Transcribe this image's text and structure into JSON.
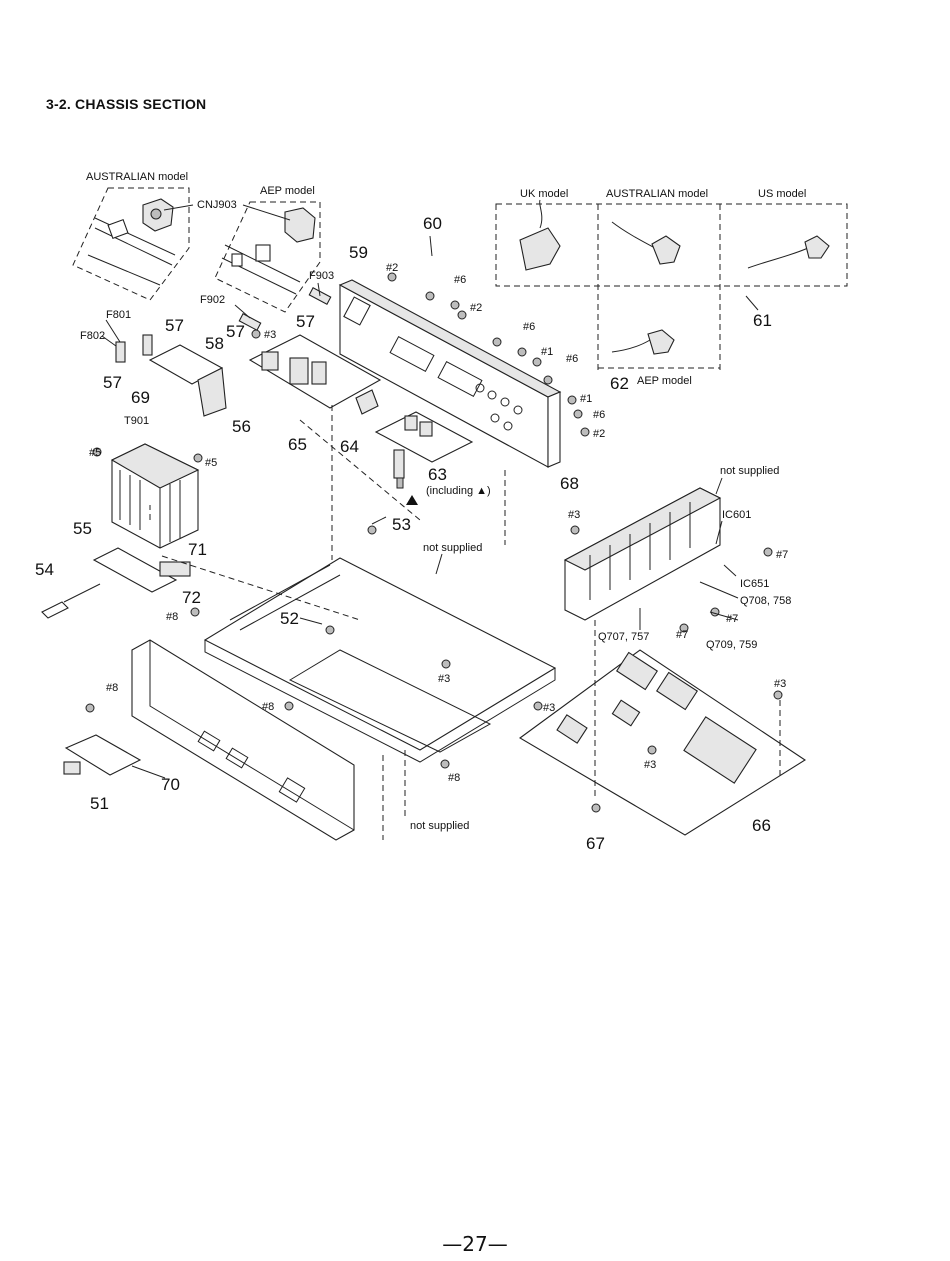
{
  "heading": "3-2.  CHASSIS SECTION",
  "page_number": "—27—",
  "model_labels": {
    "australian_left": "AUSTRALIAN model",
    "aep_top": "AEP model",
    "uk": "UK model",
    "australian_right": "AUSTRALIAN model",
    "us": "US model",
    "aep_bottom": "AEP model"
  },
  "ref_labels": {
    "cnj903": "CNJ903",
    "f903": "F903",
    "f902": "F902",
    "f801": "F801",
    "f802": "F802",
    "t901": "T901",
    "ic601": "IC601",
    "ic651": "IC651",
    "q708_758": "Q708, 758",
    "q709_759": "Q709, 759",
    "q707_757": "Q707, 757"
  },
  "parts": {
    "p51": "51",
    "p52": "52",
    "p53": "53",
    "p54": "54",
    "p55": "55",
    "p56": "56",
    "p57a": "57",
    "p57b": "57",
    "p57c": "57",
    "p57d": "57",
    "p58": "58",
    "p59": "59",
    "p60": "60",
    "p61": "61",
    "p62": "62",
    "p63": "63",
    "p64": "64",
    "p65": "65",
    "p66": "66",
    "p67": "67",
    "p68": "68",
    "p69": "69",
    "p70": "70",
    "p71": "71",
    "p72": "72"
  },
  "screws": {
    "s2a": "#2",
    "s6a": "#6",
    "s2b": "#2",
    "s6b": "#6",
    "s1a": "#1",
    "s6c": "#6",
    "s1b": "#1",
    "s6d": "#6",
    "s2c": "#2",
    "s3a": "#3",
    "s5a": "#5",
    "s5b": "#5",
    "s3b": "#3",
    "s7a": "#7",
    "s7b": "#7",
    "s7c": "#7",
    "s8a": "#8",
    "s3c": "#3",
    "s8b": "#8",
    "s8c": "#8",
    "s8d": "#8",
    "s3d": "#3",
    "s3e": "#3",
    "s3f": "#3"
  },
  "notes": {
    "including": "(including ▲)",
    "not_supplied_1": "not supplied",
    "not_supplied_2": "not supplied",
    "not_supplied_3": "not supplied"
  }
}
